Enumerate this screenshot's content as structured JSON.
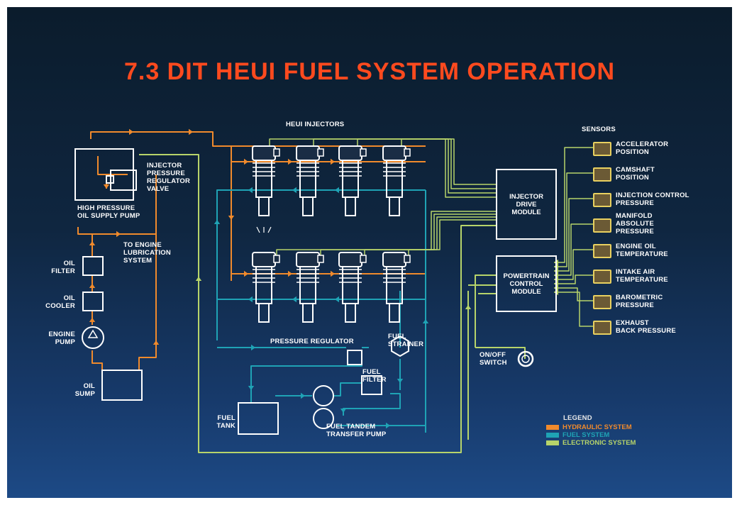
{
  "title": "7.3 DIT  HEUI  FUEL SYSTEM  OPERATION",
  "labels": {
    "heui_injectors": "HEUI INJECTORS",
    "sensors": "SENSORS",
    "injector_pressure_regulator_valve": "INJECTOR\nPRESSURE\nREGULATOR\nVALVE",
    "high_pressure_oil_supply_pump": "HIGH PRESSURE\nOIL SUPPLY PUMP",
    "to_engine_lubrication_system": "TO ENGINE\nLUBRICATION\nSYSTEM",
    "oil_filter": "OIL\nFILTER",
    "oil_cooler": "OIL\nCOOLER",
    "engine_pump": "ENGINE\nPUMP",
    "oil_sump": "OIL\nSUMP",
    "pressure_regulator": "PRESSURE REGULATOR",
    "fuel_strainer": "FUEL\nSTRAINER",
    "fuel_filter": "FUEL\nFILTER",
    "fuel_tank": "FUEL\nTANK",
    "fuel_tandem_transfer_pump": "FUEL TANDEM\nTRANSFER PUMP",
    "on_off_switch": "ON/OFF\nSWITCH"
  },
  "modules": {
    "injector_drive_module": "INJECTOR\nDRIVE\nMODULE",
    "powertrain_control_module": "POWERTRAIN\nCONTROL\nMODULE"
  },
  "sensor_items": [
    "ACCELERATOR\nPOSITION",
    "CAMSHAFT\nPOSITION",
    "INJECTION CONTROL\nPRESSURE",
    "MANIFOLD\nABSOLUTE\nPRESSURE",
    "ENGINE OIL\nTEMPERATURE",
    "INTAKE AIR\nTEMPERATURE",
    "BAROMETRIC\nPRESSURE",
    "EXHAUST\nBACK PRESSURE"
  ],
  "legend": {
    "title": "LEGEND",
    "items": [
      {
        "label": "HYDRAULIC SYSTEM",
        "color": "#f08a2c"
      },
      {
        "label": "FUEL SYSTEM",
        "color": "#1fa3b5"
      },
      {
        "label": "ELECTRONIC SYSTEM",
        "color": "#b7d46a"
      }
    ]
  },
  "colors": {
    "hydraulic": "#f08a2c",
    "fuel": "#1fa3b5",
    "electronic": "#b7d46a",
    "title": "#ff4a1e"
  }
}
